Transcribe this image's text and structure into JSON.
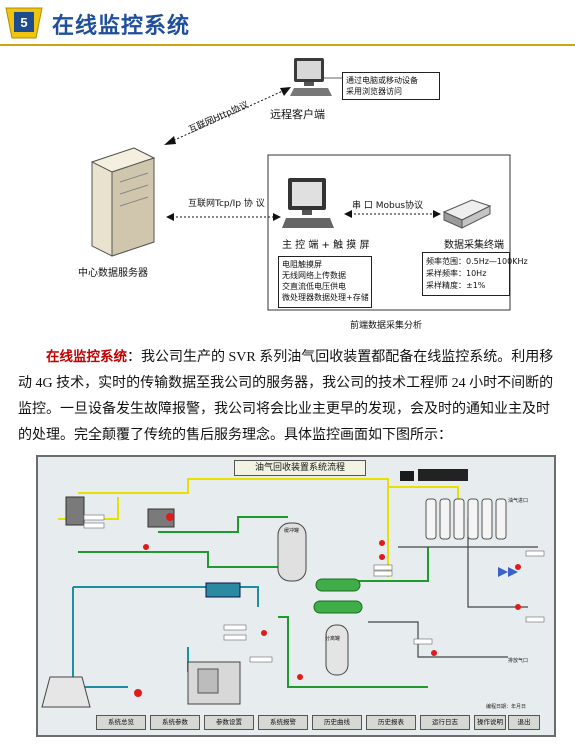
{
  "header": {
    "badge_number": "5",
    "title": "在线监控系统"
  },
  "diagram": {
    "remote_client": "远程客户端",
    "remote_note_line1": "通过电脑或移动设备",
    "remote_note_line2": "采用浏览器访问",
    "http_protocol": "互联网Http协议",
    "central_server": "中心数据服务器",
    "tcp_protocol": "互联网Tcp/Ip 协 议",
    "modbus_protocol": "串 口 Mobus协议",
    "master_touchscreen": "主 控 端 + 触 摸 屏",
    "data_terminal": "数据采集终端",
    "master_features": [
      "电阻触摸屏",
      "无线网络上传数据",
      "交直流低电压供电",
      "微处理器数据处理+存储"
    ],
    "terminal_specs": [
      "频率范围：0.5Hz—100KHz",
      "采样频率：10Hz",
      "采样精度：±1%"
    ],
    "caption": "前端数据采集分析"
  },
  "paragraph": {
    "highlight": "在线监控系统",
    "body": "：我公司生产的 SVR 系列油气回收装置都配备在线监控系统。利用移动 4G 技术，实时的传输数据至我公司的服务器，我公司的技术工程师 24 小时不间断的监控。一旦设备发生故障报警，我公司将会比业主更早的发现，会及时的通知业主及时的处理。完全颠覆了传统的售后服务理念。具体监控画面如下图所示："
  },
  "scada": {
    "title": "油气回收装置系统流程",
    "buttons": [
      "系统总览",
      "系统参数",
      "参数设置",
      "系统报警",
      "历史曲线",
      "历史报表",
      "运行日志",
      "操作说明",
      "退出"
    ],
    "tank_label": "缓冲罐",
    "separator_label": "分离罐",
    "exhaust_label": "排放气口",
    "inlet_label": "油气进口",
    "footer_note": "编程日期：年月日"
  },
  "colors": {
    "title_blue": "#1f4f9c",
    "rule_gold": "#c9a516",
    "highlight_red": "#c00000",
    "pipe_yellow": "#e8e000",
    "pipe_green": "#1f9a2e",
    "pipe_teal": "#1c8fa0"
  }
}
